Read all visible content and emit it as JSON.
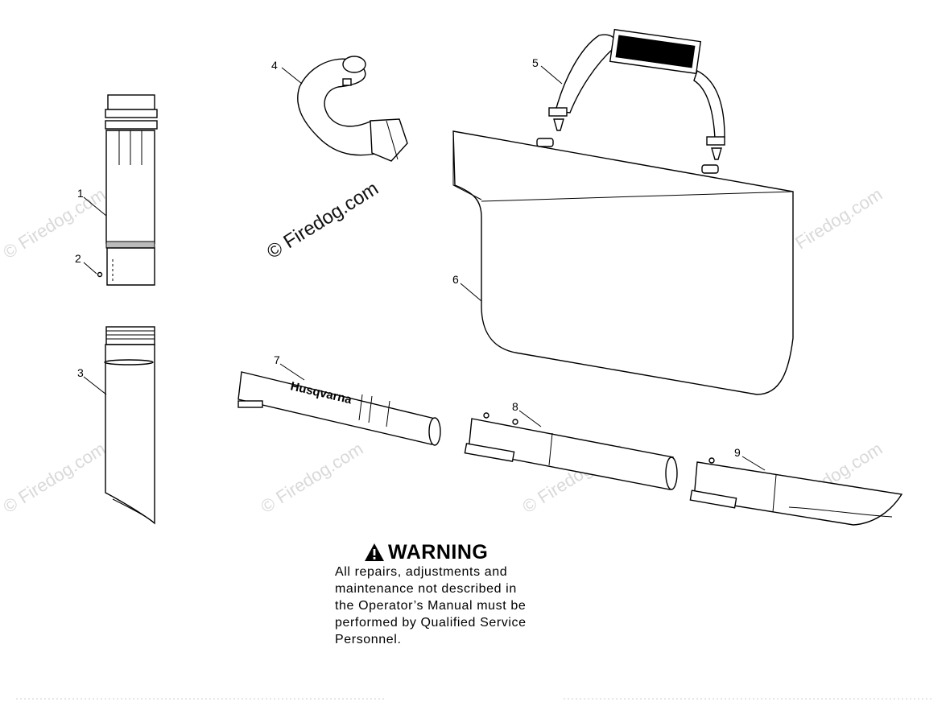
{
  "diagram": {
    "callouts": [
      {
        "id": "1",
        "label": "1"
      },
      {
        "id": "2",
        "label": "2"
      },
      {
        "id": "3",
        "label": "3"
      },
      {
        "id": "4",
        "label": "4"
      },
      {
        "id": "5",
        "label": "5"
      },
      {
        "id": "6",
        "label": "6"
      },
      {
        "id": "7",
        "label": "7"
      },
      {
        "id": "8",
        "label": "8"
      },
      {
        "id": "9",
        "label": "9"
      }
    ],
    "part7_logo": "Husqvarna",
    "watermark": "© Firedog.com"
  },
  "warning": {
    "icon": "warning-triangle-icon",
    "heading": "WARNING",
    "lines": [
      "All repairs, adjustments and",
      "maintenance not described in",
      "the Operator’s Manual must be",
      "performed by Qualified Service",
      "Personnel."
    ]
  }
}
